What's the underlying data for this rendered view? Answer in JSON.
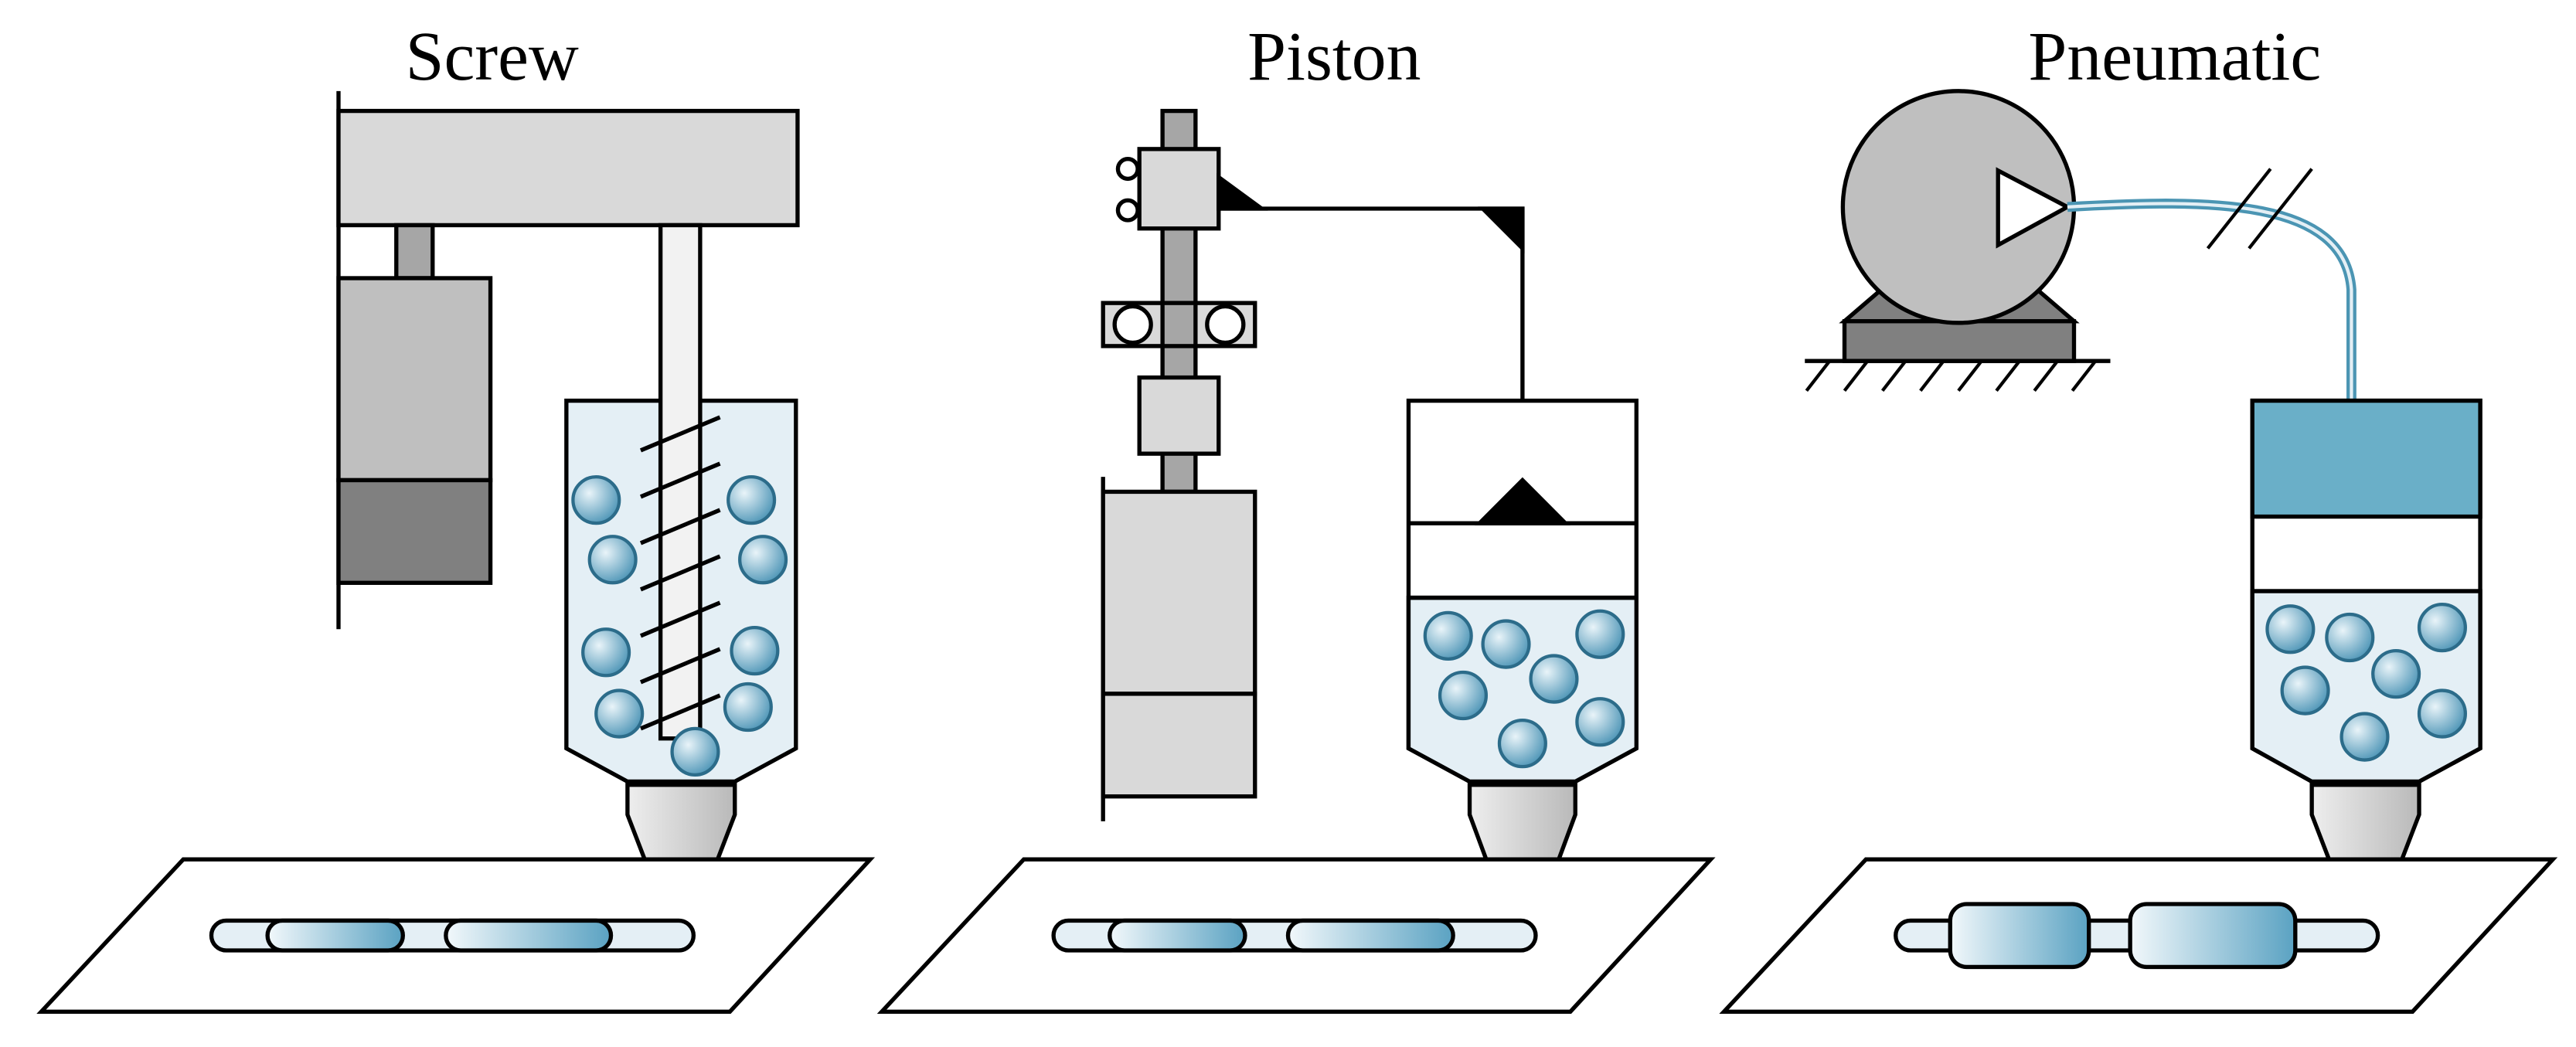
{
  "panels": [
    {
      "id": "screw",
      "title": "Screw"
    },
    {
      "id": "piston",
      "title": "Piston"
    },
    {
      "id": "pneumatic",
      "title": "Pneumatic"
    }
  ],
  "colors": {
    "stroke": "#000000",
    "housing": "#d9d9d9",
    "motor_light": "#bfbfbf",
    "motor_dark": "#808080",
    "ink_fill": "#e4eff5",
    "bead": "#7fb6cf",
    "air_chamber": "#6aafc8",
    "tube": "#4b95b3",
    "nozzle": "#d4d4d4"
  }
}
